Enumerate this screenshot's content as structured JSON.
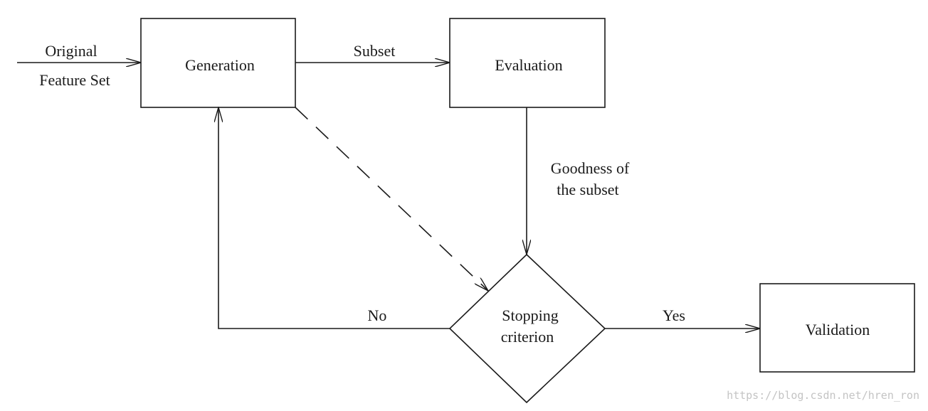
{
  "diagram": {
    "input": {
      "line1": "Original",
      "line2": "Feature Set"
    },
    "nodes": {
      "generation": "Generation",
      "evaluation": "Evaluation",
      "stopping": {
        "line1": "Stopping",
        "line2": "criterion"
      },
      "validation": "Validation"
    },
    "edges": {
      "subset": "Subset",
      "goodness": {
        "line1": "Goodness of",
        "line2": "the subset"
      },
      "no": "No",
      "yes": "Yes"
    }
  },
  "watermark": "https://blog.csdn.net/hren_ron"
}
